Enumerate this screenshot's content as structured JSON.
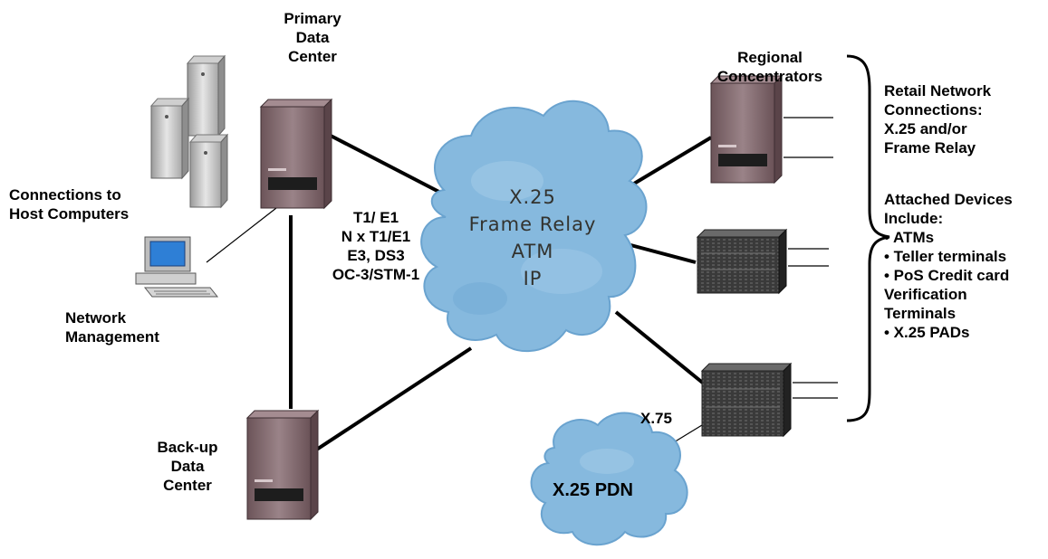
{
  "labels": {
    "primary": [
      "Primary",
      "Data",
      "Center"
    ],
    "host": [
      "Connections to",
      "Host Computers"
    ],
    "netmgmt": [
      "Network",
      "Management"
    ],
    "backup": [
      "Back-up",
      "Data",
      "Center"
    ],
    "links": [
      "T1/ E1",
      "N x T1/E1",
      "E3, DS3",
      "OC-3/STM-1"
    ],
    "regional": [
      "Regional",
      "Concentrators"
    ],
    "retail": [
      "Retail Network",
      "Connections:",
      "X.25 and/or",
      "Frame Relay"
    ],
    "attached": [
      "Attached Devices",
      "Include:",
      "• ATMs",
      "• Teller terminals",
      "• PoS Credit card",
      "Verification",
      "Terminals",
      "• X.25 PADs"
    ],
    "x75": "X.75",
    "pdn": "X.25 PDN"
  },
  "cloud": [
    "X.25",
    "Frame Relay",
    "ATM",
    "IP"
  ],
  "colors": {
    "cloud": "#86b9de",
    "cloud_dark": "#5e9bc8",
    "server": "#8a6f74",
    "server_dark": "#5a4449",
    "rack": "#2f2f2f",
    "link": "#000000"
  }
}
